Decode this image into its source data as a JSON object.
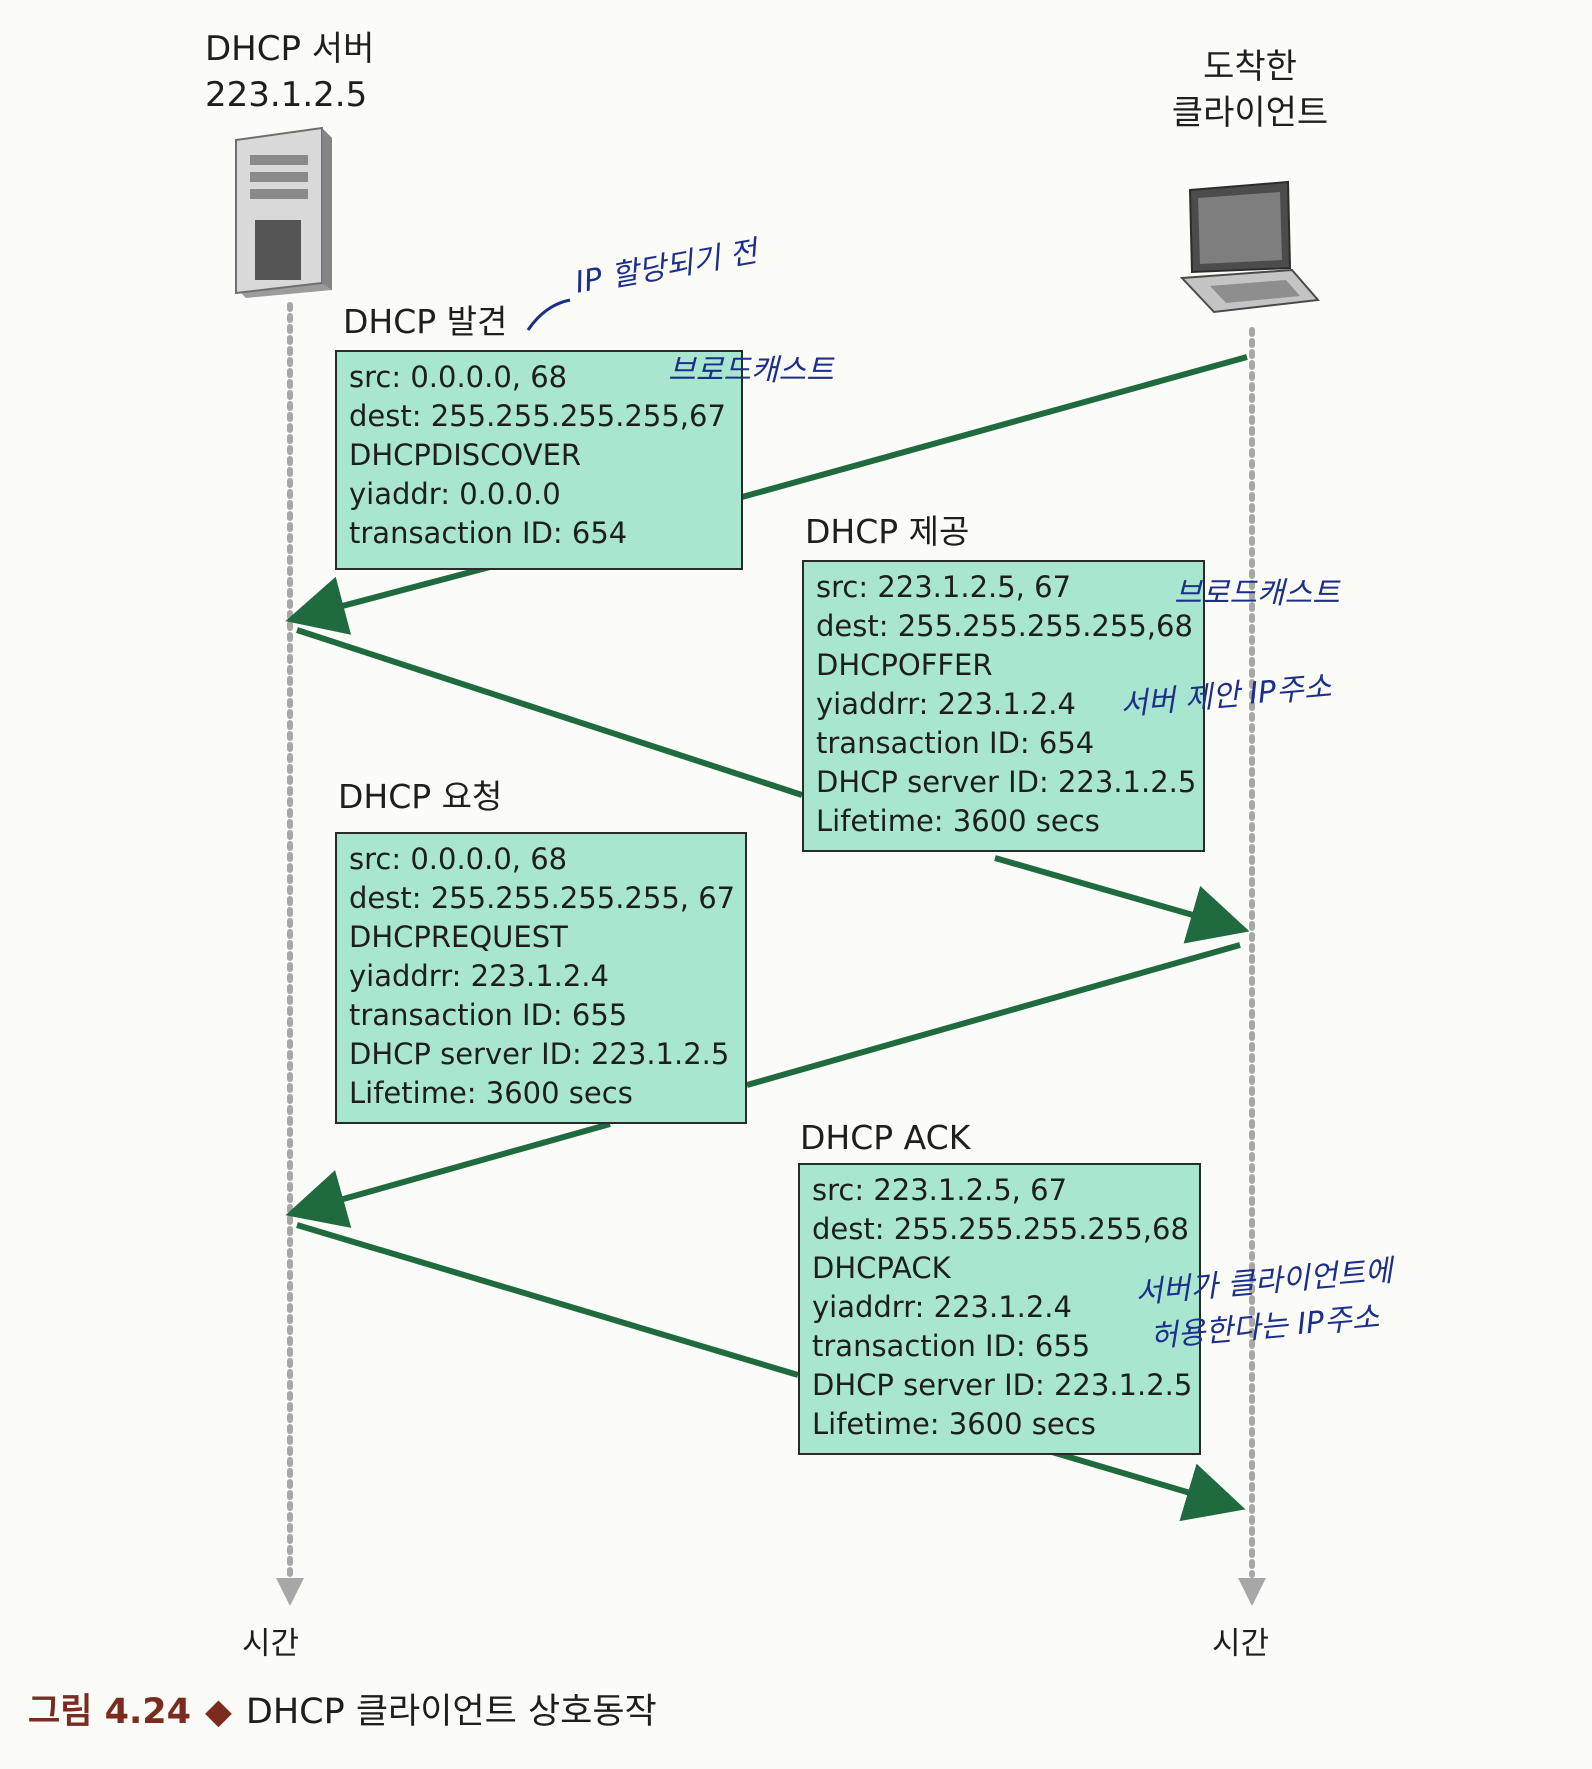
{
  "server": {
    "title": "DHCP 서버",
    "address": "223.1.2.5"
  },
  "client": {
    "line1": "도착한",
    "line2": "클라이언트"
  },
  "messages": [
    {
      "title": "DHCP 발견",
      "lines": [
        "src: 0.0.0.0, 68",
        "dest: 255.255.255.255,67",
        "DHCPDISCOVER",
        "yiaddr: 0.0.0.0",
        "transaction ID: 654"
      ]
    },
    {
      "title": "DHCP 제공",
      "lines": [
        "src: 223.1.2.5, 67",
        "dest: 255.255.255.255,68",
        "DHCPOFFER",
        "yiaddrr: 223.1.2.4",
        "transaction ID: 654",
        "DHCP server ID: 223.1.2.5",
        "Lifetime: 3600 secs"
      ]
    },
    {
      "title": "DHCP 요청",
      "lines": [
        "src: 0.0.0.0, 68",
        "dest: 255.255.255.255, 67",
        "DHCPREQUEST",
        "yiaddrr: 223.1.2.4",
        "transaction ID: 655",
        "DHCP server ID: 223.1.2.5",
        "Lifetime: 3600 secs"
      ]
    },
    {
      "title": "DHCP ACK",
      "lines": [
        "src: 223.1.2.5, 67",
        "dest: 255.255.255.255,68",
        "DHCPACK",
        "yiaddrr: 223.1.2.4",
        "transaction ID: 655",
        "DHCP server ID: 223.1.2.5",
        "Lifetime: 3600 secs"
      ]
    }
  ],
  "handwritten_notes": {
    "ip_before": "IP 할당되기 전",
    "broadcast_1": "브로드캐스트",
    "broadcast_2": "브로드캐스트",
    "server_suggested_ip": "서버 제안 IP주소",
    "ack_line1": "서버가 클라이언트에",
    "ack_line2": "허용한다는 IP주소"
  },
  "time_labels": {
    "left": "시간",
    "right": "시간"
  },
  "caption": {
    "figure": "그림 4.24",
    "separator": "◆",
    "text": "DHCP 클라이언트 상호동작"
  },
  "colors": {
    "arrow": "#1f6b3f",
    "box_fill": "#a9e6cf",
    "note_ink": "#1c2f8a"
  }
}
